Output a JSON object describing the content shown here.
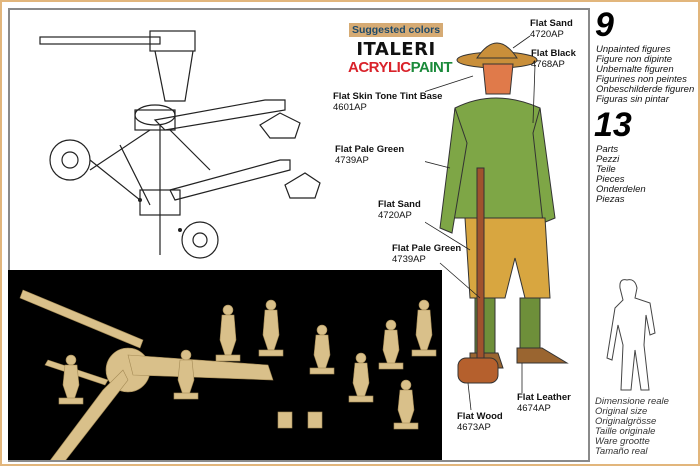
{
  "brand": {
    "suggested_colors": "Suggested colors",
    "logo_word": "ITALERI",
    "acrylic": "ACRYLIC",
    "paint": "PAINT",
    "acrylic_color": "#d9222a",
    "paint_color": "#1a8a3a"
  },
  "callouts": [
    {
      "name": "Flat Sand",
      "code": "4720AP"
    },
    {
      "name": "Flat Black",
      "code": "4768AP"
    },
    {
      "name": "Flat Skin Tone Tint Base",
      "code": "4601AP"
    },
    {
      "name": "Flat Pale Green",
      "code": "4739AP"
    },
    {
      "name": "Flat Sand",
      "code": "4720AP"
    },
    {
      "name": "Flat Pale Green",
      "code": "4739AP"
    },
    {
      "name": "Flat Wood",
      "code": "4673AP"
    },
    {
      "name": "Flat Leather",
      "code": "4674AP"
    }
  ],
  "figures": {
    "count": "9",
    "labels": [
      "Unpainted figures",
      "Figure non dipinte",
      "Unbemalte figuren",
      "Figurines non peintes",
      "Onbeschilderde figuren",
      "Figuras sin pintar"
    ]
  },
  "parts": {
    "count": "13",
    "labels": [
      "Parts",
      "Pezzi",
      "Teile",
      "Pieces",
      "Onderdelen",
      "Piezas"
    ]
  },
  "size": {
    "labels": [
      "Dimensione reale",
      "Original size",
      "Originalgrösse",
      "Taille originale",
      "Ware grootte",
      "Tamaño real"
    ]
  },
  "colors": {
    "frame": "#e2b67c",
    "plastic": "#d9c08a"
  }
}
